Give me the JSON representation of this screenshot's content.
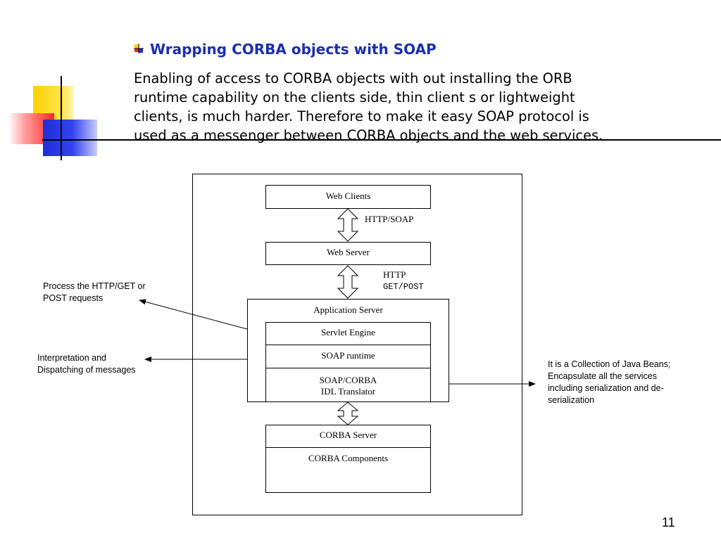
{
  "slide": {
    "heading": "Wrapping CORBA objects with SOAP",
    "body_lines": [
      "Enabling of access to CORBA objects with out installing the ORB",
      "runtime capability on the clients side, thin client s or lightweight",
      "clients, is much harder. Therefore to make it easy SOAP protocol is",
      "used as a messenger between CORBA objects and the web services."
    ],
    "page_number": "11"
  },
  "diagram": {
    "web_clients": "Web Clients",
    "http_soap": "HTTP/SOAP",
    "web_server": "Web Server",
    "http": "HTTP",
    "get_post": "GET/POST",
    "app_server": "Application Server",
    "servlet_engine": "Servlet Engine",
    "soap_runtime": "SOAP runtime",
    "translator_line1": "SOAP/CORBA",
    "translator_line2": "IDL Translator",
    "corba_server": "CORBA Server",
    "corba_components": "CORBA Components"
  },
  "notes": {
    "process_line1": "Process  the HTTP/GET or",
    "process_line2": "POST requests",
    "interp_line1": "Interpretation and",
    "interp_line2": "Dispatching of messages",
    "beans_line1": "It is a Collection of Java Beans;",
    "beans_line2": "Encapsulate all the services",
    "beans_line3": "including serialization and de-",
    "beans_line4": "serialization"
  },
  "colors": {
    "heading": "#1a2fb0",
    "logo_yellow": "#ffd200",
    "logo_red": "#ff2020",
    "logo_blue": "#1f2fd8"
  }
}
